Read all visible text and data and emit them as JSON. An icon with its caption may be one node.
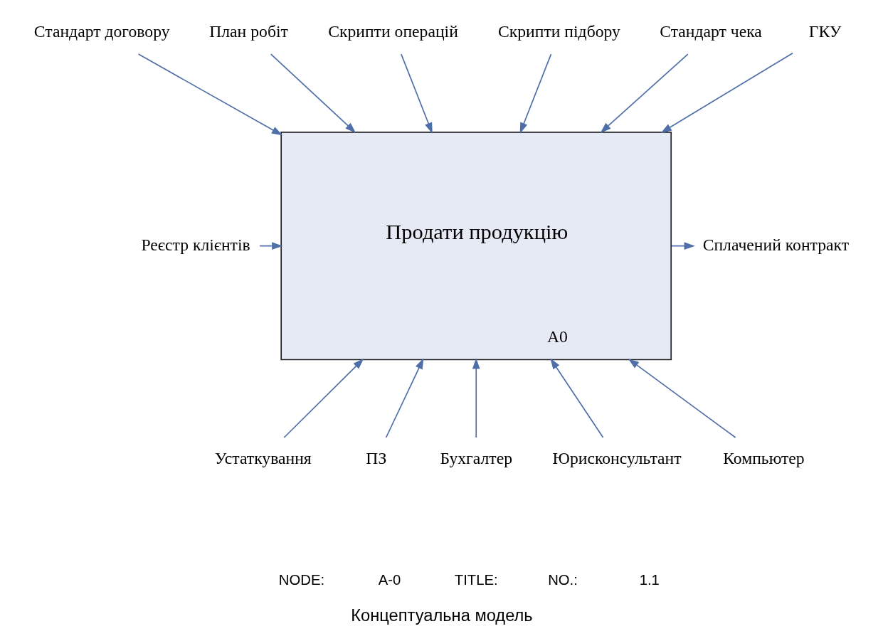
{
  "diagram": {
    "title": "Концептуальна модель",
    "nodes": [
      {
        "text": [
          "Продати продукцію",
          "A0"
        ]
      },
      {
        "text": [
          "Стандарт договору"
        ]
      },
      {
        "text": [
          "План робіт"
        ]
      },
      {
        "text": [
          "Скрипти операцій"
        ]
      },
      {
        "text": [
          "Скрипти підбору"
        ]
      },
      {
        "text": [
          "Стандарт чека"
        ]
      },
      {
        "text": [
          "ГКУ"
        ]
      },
      {
        "text": [
          "Реєстр клієнтів"
        ]
      },
      {
        "text": [
          "Сплачений контракт"
        ]
      },
      {
        "text": [
          "Устаткування"
        ]
      },
      {
        "text": [
          "ПЗ"
        ]
      },
      {
        "text": [
          "Бухгалтер"
        ]
      },
      {
        "text": [
          "Юрисконсультант"
        ]
      },
      {
        "text": [
          "Компьютер"
        ]
      }
    ],
    "edges": [
      {
        "from": 1,
        "to": 0,
        "arrow": "to"
      },
      {
        "from": 2,
        "to": 0,
        "arrow": "to"
      },
      {
        "from": 3,
        "to": 0,
        "arrow": "to"
      },
      {
        "from": 4,
        "to": 0,
        "arrow": "to"
      },
      {
        "from": 5,
        "to": 0,
        "arrow": "to"
      },
      {
        "from": 6,
        "to": 0,
        "arrow": "to"
      },
      {
        "from": 7,
        "to": 0,
        "arrow": "to"
      },
      {
        "from": 0,
        "to": 8,
        "arrow": "to"
      },
      {
        "from": 9,
        "to": 0,
        "arrow": "to"
      },
      {
        "from": 10,
        "to": 0,
        "arrow": "to"
      },
      {
        "from": 11,
        "to": 0,
        "arrow": "to"
      },
      {
        "from": 12,
        "to": 0,
        "arrow": "to"
      },
      {
        "from": 13,
        "to": 0,
        "arrow": "to"
      }
    ],
    "labels": [
      "NODE:",
      "A-0",
      "TITLE:",
      "NO.:",
      "1.1"
    ]
  }
}
